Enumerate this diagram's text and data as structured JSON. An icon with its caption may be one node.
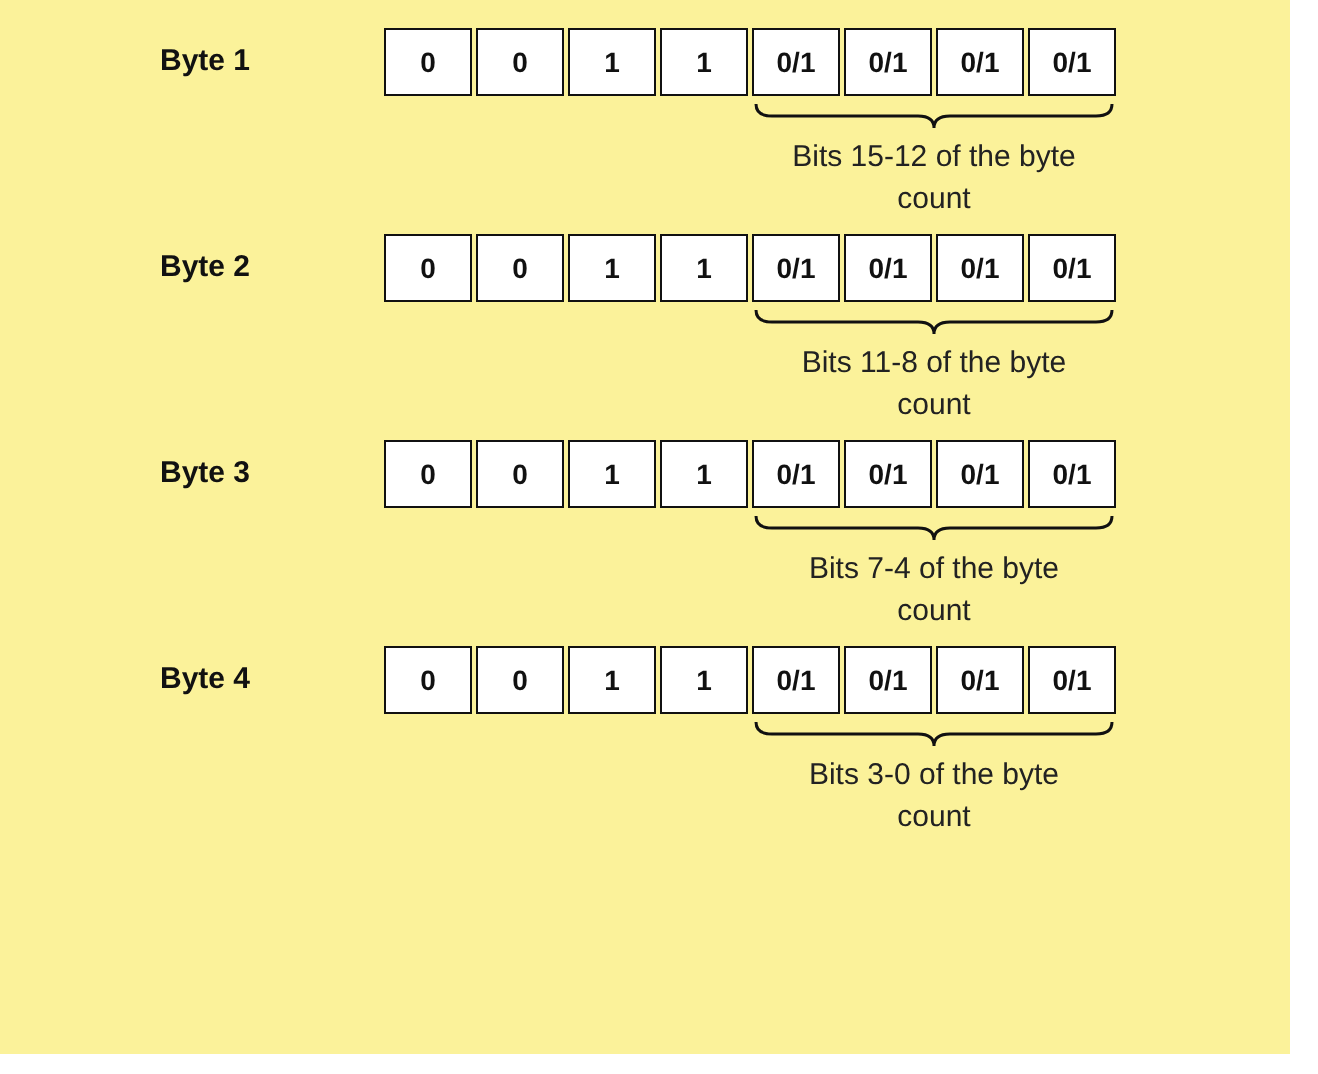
{
  "diagram": {
    "nodes": [
      {
        "text": [
          "0"
        ]
      },
      {
        "text": [
          "0"
        ]
      },
      {
        "text": [
          "1"
        ]
      },
      {
        "text": [
          "1"
        ]
      },
      {
        "text": [
          "0/1"
        ]
      },
      {
        "text": [
          "0/1"
        ]
      },
      {
        "text": [
          "0/1"
        ]
      },
      {
        "text": [
          "0/1"
        ]
      },
      {
        "text": [
          "0"
        ]
      },
      {
        "text": [
          "0"
        ]
      },
      {
        "text": [
          "1"
        ]
      },
      {
        "text": [
          "1"
        ]
      },
      {
        "text": [
          "0/1"
        ]
      },
      {
        "text": [
          "0/1"
        ]
      },
      {
        "text": [
          "0/1"
        ]
      },
      {
        "text": [
          "0/1"
        ]
      },
      {
        "text": [
          "0"
        ]
      },
      {
        "text": [
          "0"
        ]
      },
      {
        "text": [
          "1"
        ]
      },
      {
        "text": [
          "1"
        ]
      },
      {
        "text": [
          "0/1"
        ]
      },
      {
        "text": [
          "0/1"
        ]
      },
      {
        "text": [
          "0/1"
        ]
      },
      {
        "text": [
          "0/1"
        ]
      },
      {
        "text": [
          "0"
        ]
      },
      {
        "text": [
          "0"
        ]
      },
      {
        "text": [
          "1"
        ]
      },
      {
        "text": [
          "1"
        ]
      },
      {
        "text": [
          "0/1"
        ]
      },
      {
        "text": [
          "0/1"
        ]
      },
      {
        "text": [
          "0/1"
        ]
      },
      {
        "text": [
          "0/1"
        ]
      }
    ],
    "labels": [
      "Byte 1",
      "Bits 15-12 of the byte count",
      "Byte 2",
      "Bits 11-8 of the byte count",
      "Byte 3",
      "Bits 7-4 of the byte count",
      "Byte 4",
      "Bits 3-0 of the byte count"
    ]
  }
}
